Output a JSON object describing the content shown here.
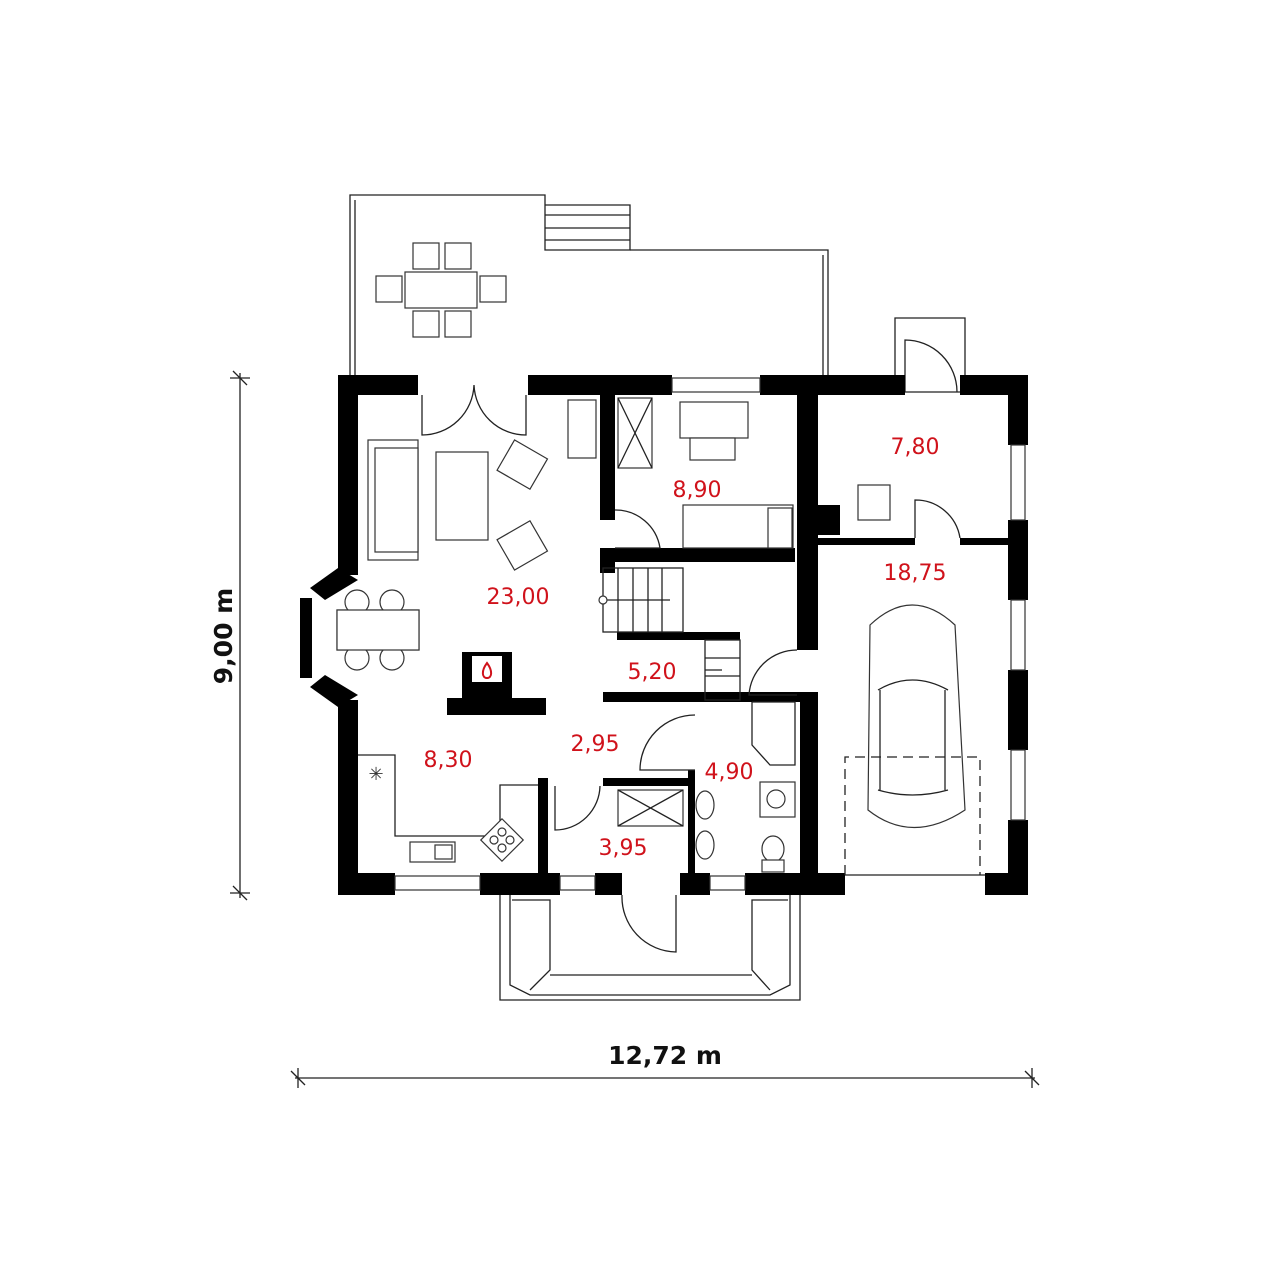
{
  "plan": {
    "dimensions": {
      "width_label": "12,72 m",
      "height_label": "9,00 m"
    },
    "rooms": [
      {
        "id": "living",
        "area": "23,00"
      },
      {
        "id": "bedroom",
        "area": "8,90"
      },
      {
        "id": "utility",
        "area": "7,80"
      },
      {
        "id": "garage",
        "area": "18,75"
      },
      {
        "id": "stair-hall",
        "area": "5,20"
      },
      {
        "id": "hall",
        "area": "2,95"
      },
      {
        "id": "kitchen",
        "area": "8,30"
      },
      {
        "id": "bathroom",
        "area": "4,90"
      },
      {
        "id": "entrance",
        "area": "3,95"
      }
    ],
    "colors": {
      "walls": "#000000",
      "area_labels": "#d0121b",
      "fire": "#d0121b"
    }
  }
}
